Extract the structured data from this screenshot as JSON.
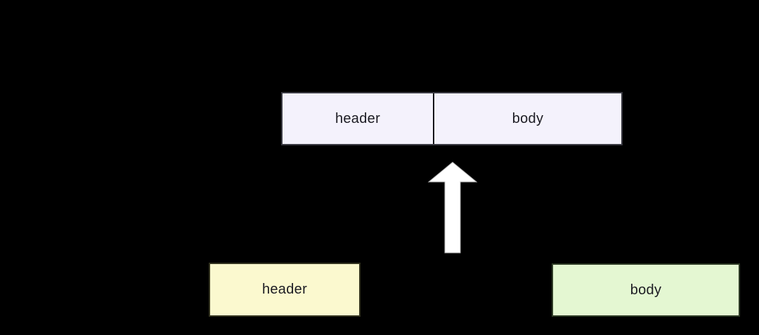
{
  "diagram": {
    "description": "Merging a header block and a body block into one combined row",
    "background_color": "#000000",
    "text_color": "#1b1b22",
    "merged_box": {
      "header_label": "header",
      "body_label": "body",
      "fill_color": "#f4f2fc",
      "divider_color": "#141418"
    },
    "arrow": {
      "direction": "up",
      "fill_color": "#ffffff"
    },
    "source_boxes": {
      "header": {
        "label": "header",
        "fill_color": "#fbf9cf"
      },
      "body": {
        "label": "body",
        "fill_color": "#e4f7d2"
      }
    }
  }
}
